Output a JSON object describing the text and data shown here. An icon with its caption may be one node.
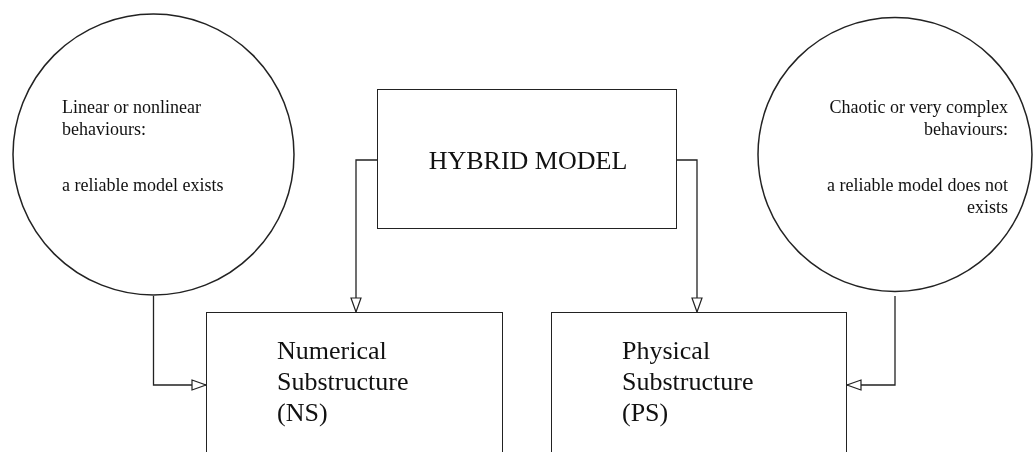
{
  "diagram": {
    "nodes": [
      {
        "text": [
          "Linear or nonlinear behaviours:",
          "a reliable model exists"
        ]
      },
      {
        "text": [
          "HYBRID MODEL"
        ]
      },
      {
        "text": [
          "Chaotic or very complex behaviours:",
          "a reliable model does not exists"
        ]
      },
      {
        "text": [
          "Numerical Substructure (NS)"
        ]
      },
      {
        "text": [
          "Physical Substructure (PS)"
        ]
      }
    ],
    "edges": [
      {
        "from": 1,
        "to": 3,
        "arrow": "to"
      },
      {
        "from": 1,
        "to": 4,
        "arrow": "to"
      },
      {
        "from": 0,
        "to": 3,
        "arrow": "to"
      },
      {
        "from": 2,
        "to": 4,
        "arrow": "to"
      }
    ]
  }
}
